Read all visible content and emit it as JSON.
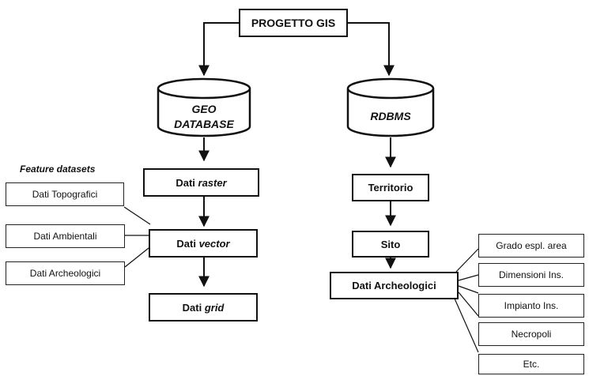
{
  "diagram": {
    "root": "PROGETTO GIS",
    "geodatabase": {
      "line1": "GEO",
      "line2": "DATABASE"
    },
    "rdbms": "RDBMS",
    "feature_datasets_label": "Feature datasets",
    "left_flow": {
      "raster": {
        "prefix": "Dati",
        "italic": "raster"
      },
      "vector": {
        "prefix": "Dati",
        "italic": "vector"
      },
      "grid": {
        "prefix": "Dati",
        "italic": "grid"
      }
    },
    "feature_datasets": [
      "Dati Topografici",
      "Dati Ambientali",
      "Dati Archeologici"
    ],
    "right_flow": {
      "territorio": "Territorio",
      "sito": "Sito",
      "dati_archeologici": "Dati Archeologici"
    },
    "archeo_details": [
      "Grado espl. area",
      "Dimensioni Ins.",
      "Impianto Ins.",
      "Necropoli",
      "Etc."
    ]
  }
}
